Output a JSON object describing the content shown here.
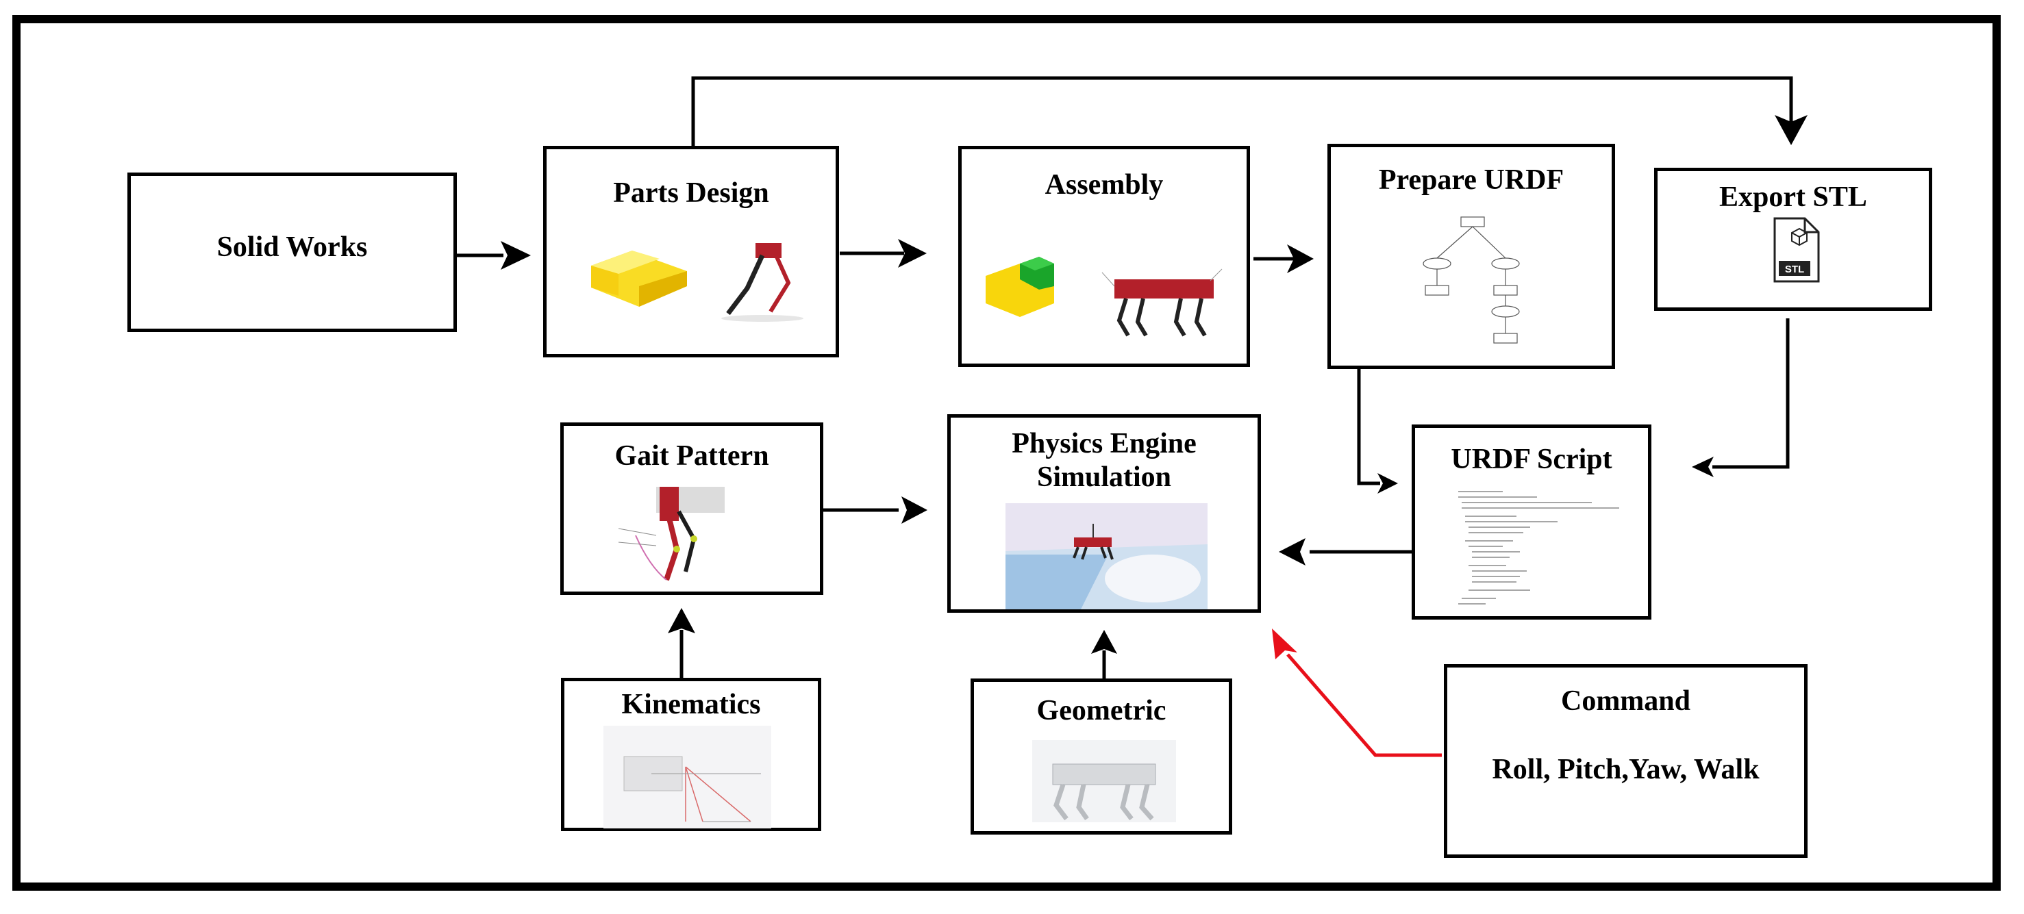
{
  "nodes": {
    "solid_works": {
      "label": "Solid Works"
    },
    "parts_design": {
      "label": "Parts Design"
    },
    "assembly": {
      "label": "Assembly"
    },
    "prepare_urdf": {
      "label": "Prepare URDF"
    },
    "export_stl": {
      "label": "Export STL",
      "icon_text": "STL"
    },
    "urdf_script": {
      "label": "URDF Script"
    },
    "physics": {
      "label_line1": "Physics Engine",
      "label_line2": "Simulation"
    },
    "gait_pattern": {
      "label": "Gait Pattern"
    },
    "kinematics": {
      "label": "Kinematics"
    },
    "geometric": {
      "label": "Geometric"
    },
    "command": {
      "label": "Command",
      "sublabel": "Roll, Pitch,Yaw, Walk"
    }
  },
  "colors": {
    "arrow": "#000000",
    "command_arrow": "#e8101a",
    "robot": "#b3202a",
    "block_yellow": "#f6d70c",
    "block_green": "#1aa52a"
  },
  "icons": [
    "stl-file-icon",
    "cube-icon"
  ]
}
